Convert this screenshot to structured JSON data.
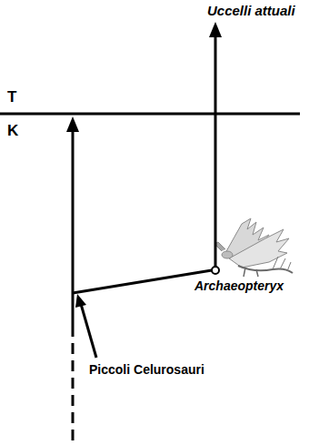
{
  "diagram": {
    "labels": [
      "Uccelli attuali",
      "T",
      "K",
      "Archaeopteryx",
      "Piccoli Celurosauri"
    ]
  }
}
